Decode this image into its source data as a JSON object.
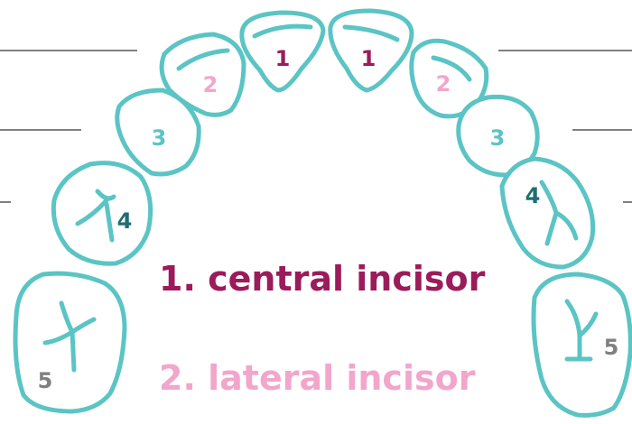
{
  "colors": {
    "outline": "#5bc4c4",
    "central": "#9c1b5a",
    "lateral": "#f2a6cc",
    "canine": "#5bc4c4",
    "premolar_1": "#1f6e72",
    "premolar_2": "#808080",
    "label_line": "#808080"
  },
  "teeth": {
    "central_left": "1",
    "central_right": "1",
    "lateral_left": "2",
    "lateral_right": "2",
    "canine_left": "3",
    "canine_right": "3",
    "premolar1_left": "4",
    "premolar1_right": "4",
    "premolar2_left": "5",
    "premolar2_right": "5"
  },
  "legend": {
    "item1": "1. central incisor",
    "item2": "2. lateral incisor"
  }
}
